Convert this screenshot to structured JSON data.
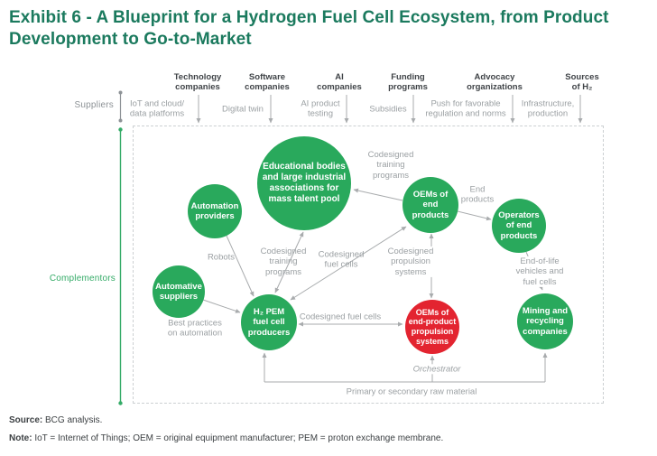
{
  "title": "Exhibit 6 - A Blueprint for a Hydrogen Fuel Cell Ecosystem, from Product\nDevelopment to Go-to-Market",
  "colors": {
    "green": "#29a95c",
    "red": "#e32430",
    "title_green": "#1b7a5e",
    "label_gray": "#9ba0a3",
    "header_gray": "#3f4347",
    "arrow_gray": "#a8abad",
    "bracket_green": "#34ab67",
    "bracket_gray": "#8d9296",
    "dashed_border": "#ccd0d2",
    "footer_text": "#3c4043"
  },
  "side_labels": {
    "suppliers": "Suppliers",
    "complementors": "Complementors"
  },
  "supplier_columns": [
    {
      "header": "Technology\ncompanies",
      "item": "IoT and cloud/\ndata platforms"
    },
    {
      "header": "Software\ncompanies",
      "item": "Digital twin"
    },
    {
      "header": "AI\ncompanies",
      "item": "AI product\ntesting"
    },
    {
      "header": "Funding\nprograms",
      "item": "Subsidies"
    },
    {
      "header": "Advocacy\norganizations",
      "item": "Push for favorable\nregulation and norms"
    },
    {
      "header": "Sources\nof H₂",
      "item": "Infrastructure,\nproduction"
    }
  ],
  "circles": {
    "educational": {
      "label": "Educational bodies\nand large industrial\nassociations for\nmass talent pool"
    },
    "automation": {
      "label": "Automation\nproviders"
    },
    "oems_end": {
      "label": "OEMs of end\nproducts"
    },
    "operators": {
      "label": "Operators\nof end\nproducts"
    },
    "automative": {
      "label": "Automative\nsuppliers"
    },
    "h2pem": {
      "label": "H₂ PEM\nfuel cell\nproducers"
    },
    "oems_propulsion": {
      "label": "OEMs of\nend-product\npropulsion\nsystems"
    },
    "mining": {
      "label": "Mining and\nrecycling\ncompanies"
    }
  },
  "edge_labels": {
    "codesigned_training_top": "Codesigned\ntraining\nprograms",
    "end_products": "End\nproducts",
    "robots": "Robots",
    "codesigned_training_mid": "Codesigned\ntraining\nprograms",
    "codesigned_fuel_cells_diag": "Codesigned\nfuel cells",
    "codesigned_propulsion": "Codesigned\npropulsion\nsystems",
    "end_of_life": "End-of-life\nvehicles and\nfuel cells",
    "best_practices": "Best practices\non automation",
    "codesigned_fuel_cells_h": "Codesigned fuel cells",
    "orchestrator": "Orchestrator",
    "raw_material": "Primary or secondary raw material"
  },
  "footer": {
    "source_label": "Source:",
    "source_text": " BCG analysis.",
    "note_label": "Note:",
    "note_text": " IoT = Internet of Things; OEM = original equipment manufacturer; PEM = proton exchange membrane."
  }
}
